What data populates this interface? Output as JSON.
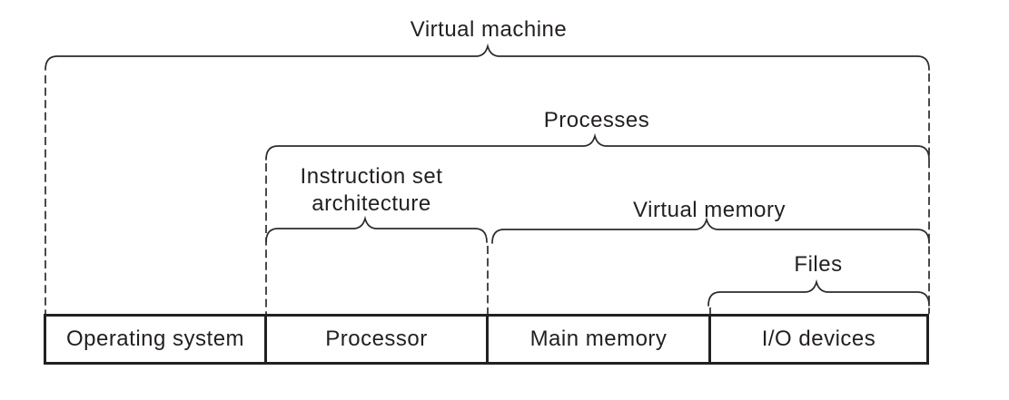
{
  "figure": {
    "abstraction_labels": {
      "virtual_machine": "Virtual machine",
      "processes": "Processes",
      "instruction_set_architecture": {
        "lines": [
          "Instruction set",
          "architecture"
        ]
      },
      "virtual_memory": "Virtual memory",
      "files": "Files"
    },
    "hardware_boxes": [
      {
        "label": "Operating system"
      },
      {
        "label": "Processor"
      },
      {
        "label": "Main memory"
      },
      {
        "label": "I/O devices"
      }
    ],
    "colors": {
      "line": "#2d2b2a",
      "box_border": "#232021",
      "text": "#231f20",
      "background": "#ffffff"
    }
  }
}
